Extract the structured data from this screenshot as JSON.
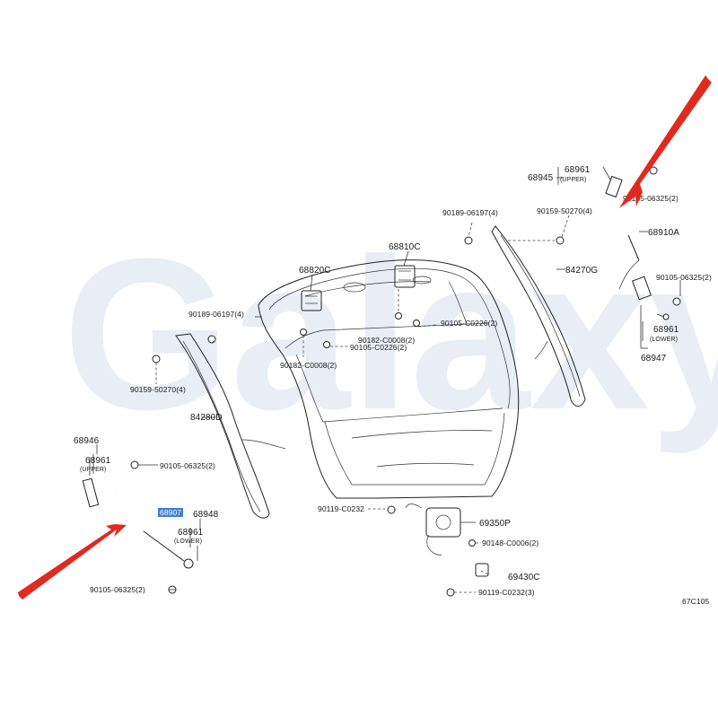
{
  "watermark": "Galaxy",
  "diagram_code": "67C105",
  "highlight_label": "68907",
  "accent_color": "#e02a1f",
  "labels": {
    "p68961_top": "68961",
    "upper_top": "(UPPER)",
    "p68945": "68945",
    "bolt_063252_top": "90105-06325(2)",
    "p68910A": "68910A",
    "screw_50270_top": "90159-50270(4)",
    "clip_06197_top": "90189-06197(4)",
    "p84270G": "84270G",
    "p68810C": "68810C",
    "p68820C": "68820C",
    "clip_06197_left": "90189-06197(4)",
    "bolt_c0226_a": "90105-C0226(2)",
    "bolt_c0226_b": "90105-C0226(2)",
    "nut_c0008_a": "90182-C0008(2)",
    "nut_c0008_b": "90182-C0008(2)",
    "screw_50270_left": "90159-50270(4)",
    "p84280D": "84280D",
    "bolt_06325_right": "90105-06325(2)",
    "p68961_right": "68961",
    "lower_right": "(LOWER)",
    "p68947": "68947",
    "p68946": "68946",
    "p68961_left": "68961",
    "upper_left": "(UPPER)",
    "bolt_06325_left": "90105-06325(2)",
    "p68948": "68948",
    "p68961_bottom": "68961",
    "lower_bottom": "(LOWER)",
    "bolt_06325_bottom": "90105-06325(2)",
    "screw_c0232": "90119-C0232",
    "p69350P": "69350P",
    "screw_c0006": "90148-C0006(2)",
    "p69430C": "69430C",
    "screw_c0232_3": "90119-C0232(3)"
  }
}
